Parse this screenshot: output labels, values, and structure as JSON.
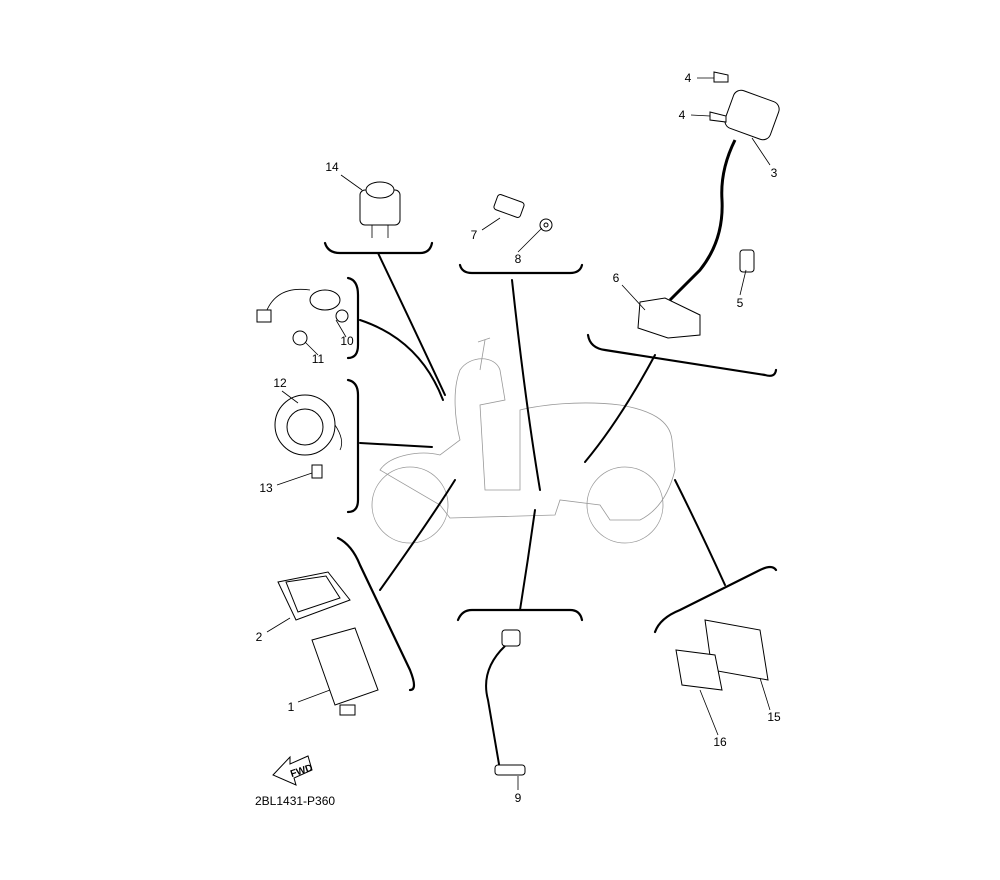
{
  "diagram_code": "2BL1431-P360",
  "fwd_label": "FWD",
  "callouts": [
    "1",
    "2",
    "3",
    "4",
    "4",
    "5",
    "6",
    "7",
    "8",
    "9",
    "10",
    "11",
    "12",
    "13",
    "14",
    "15",
    "16"
  ],
  "colors": {
    "line": "#000000",
    "ghost_outline": "#999999",
    "background": "#ffffff"
  }
}
